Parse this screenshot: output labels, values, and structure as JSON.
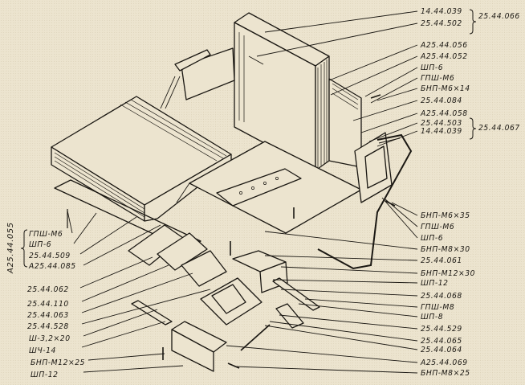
{
  "diagram": {
    "type": "exploded parts diagram",
    "subject": "seat assembly",
    "colors": {
      "paper": "#ece4cf",
      "ink": "#1a1712"
    },
    "right_labels": [
      "14.44.039",
      "25.44.502",
      "A25.44.056",
      "A25.44.052",
      "ШП-6",
      "ГПШ-М6",
      "БНП-М6×14",
      "25.44.084",
      "A25.44.058",
      "25.44.503",
      "14.44.039",
      "БНП-М6×35",
      "ГПШ-М6",
      "ШП-6",
      "БНП-М8×30",
      "25.44.061",
      "БНП-М12×30",
      "ШП-12",
      "25.44.068",
      "ГПШ-М8",
      "ШП-8",
      "25.44.529",
      "25.44.065",
      "25.44.064",
      "A25.44.069",
      "БНП-М8×25"
    ],
    "group_labels": {
      "top_right": "25.44.066",
      "mid_right": "25.44.067",
      "left_vertical": "A25.44.055"
    },
    "left_group_labels": [
      "ГПШ-М6",
      "ШП-6",
      "25.44.509",
      "A25.44.085"
    ],
    "left_labels": [
      "25.44.062",
      "25.44.110",
      "25.44.063",
      "25.44.528",
      "Ш-3,2×20",
      "ШЧ-14",
      "БНП-М12×25",
      "ШП-12"
    ]
  }
}
